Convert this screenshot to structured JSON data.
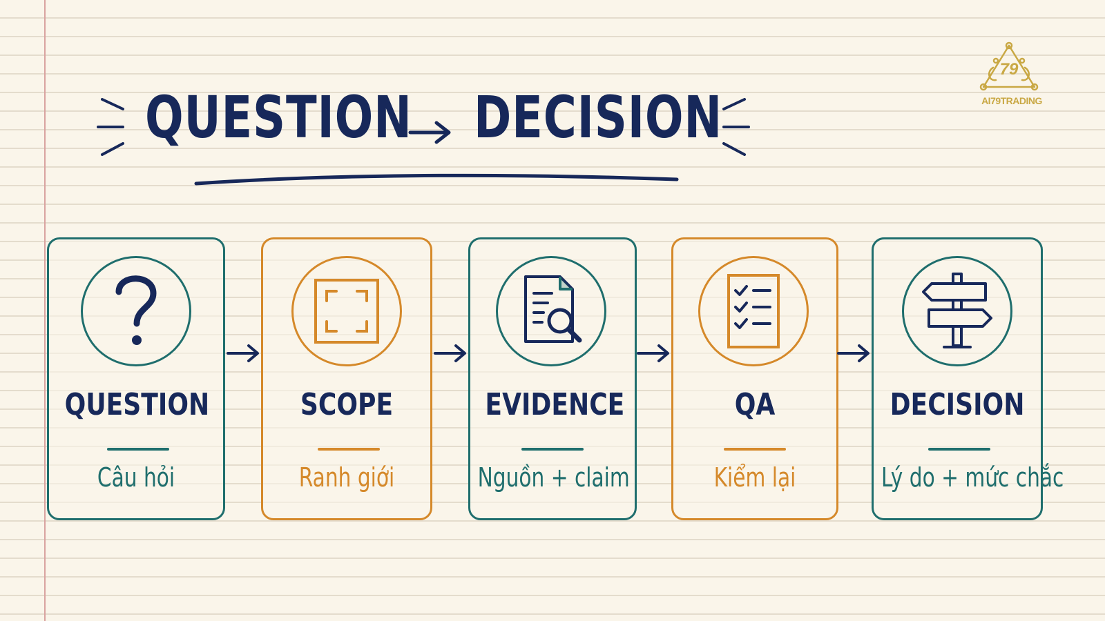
{
  "title": {
    "left": "QUESTION",
    "right": "DECISION"
  },
  "steps": [
    {
      "label": "QUESTION",
      "sub": "Câu hỏi",
      "icon": "question-mark-icon",
      "color": "#1f6e6d"
    },
    {
      "label": "SCOPE",
      "sub": "Ranh giới",
      "icon": "frame-brackets-icon",
      "color": "#d5892a"
    },
    {
      "label": "EVIDENCE",
      "sub": "Nguồn + claim",
      "icon": "document-magnifier-icon",
      "color": "#1f6e6d"
    },
    {
      "label": "QA",
      "sub": "Kiểm lại",
      "icon": "checklist-icon",
      "color": "#d5892a"
    },
    {
      "label": "DECISION",
      "sub": "Lý do + mức chắc",
      "icon": "signpost-icon",
      "color": "#1f6e6d"
    }
  ],
  "logo": {
    "text": "AI79TRADING",
    "number": "79",
    "color": "#c9a844"
  },
  "colors": {
    "ink": "#17285a",
    "teal": "#1f6e6d",
    "orange": "#d5892a",
    "paper": "#faf5ea"
  }
}
